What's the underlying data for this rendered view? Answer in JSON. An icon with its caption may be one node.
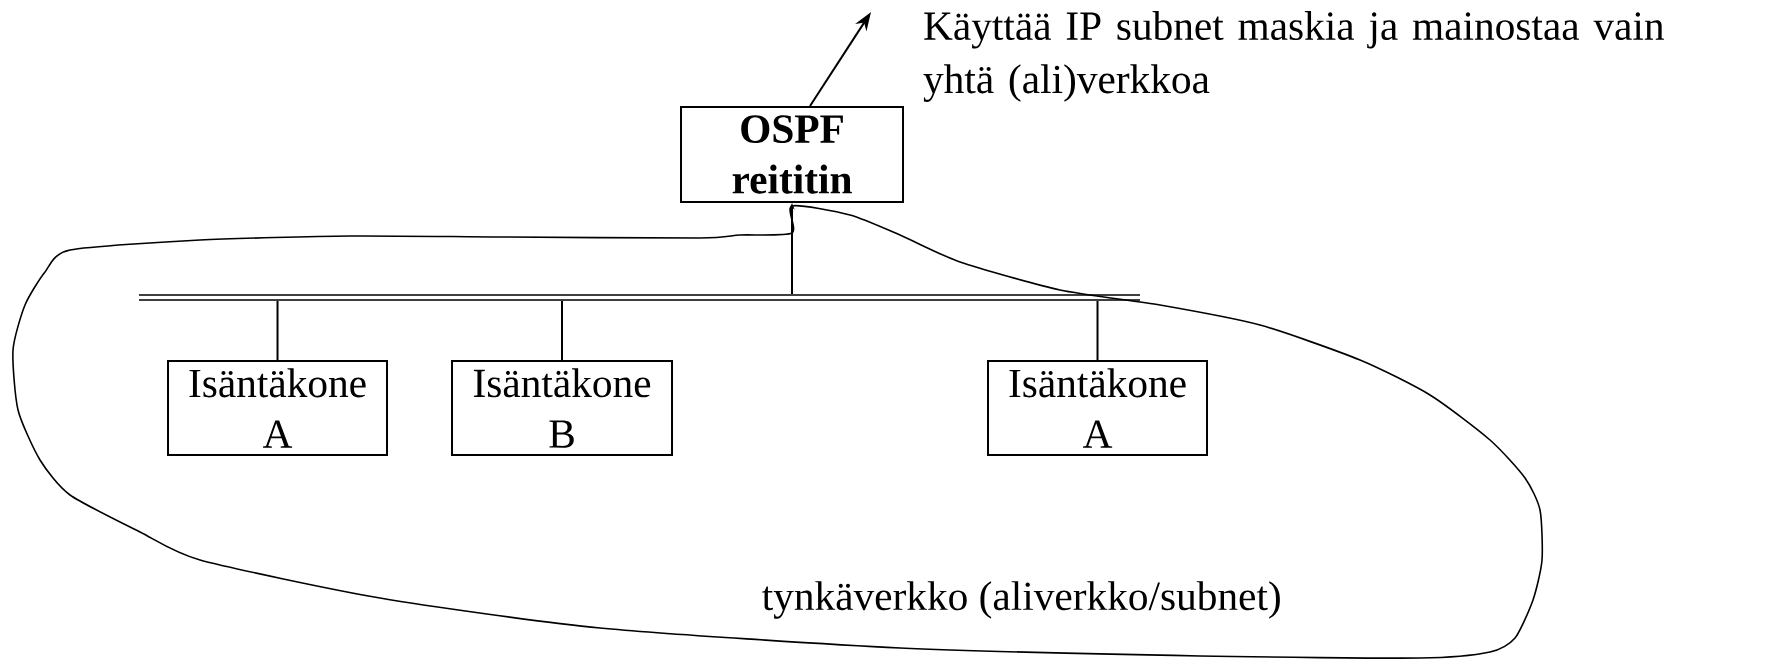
{
  "diagram": {
    "nodes": [
      {
        "text": [
          "**OSPF** **reititin**"
        ]
      },
      {
        "text": [
          "tynkäverkko (aliverkko/subnet)"
        ]
      },
      {
        "text": [],
        "shape": "bar",
        "in": 1
      },
      {
        "text": [
          "Isäntäkone A"
        ],
        "in": 1
      },
      {
        "text": [
          "Isäntäkone B"
        ],
        "in": 1
      },
      {
        "text": [
          "Isäntäkone A"
        ],
        "in": 1
      }
    ],
    "edges": [
      {
        "from": 0,
        "to": null,
        "arrow": "to"
      },
      {
        "from": 2,
        "to": 0,
        "arrow": "to"
      },
      {
        "from": 2,
        "to": 3,
        "arrow": "none"
      },
      {
        "from": 2,
        "to": 4,
        "arrow": "none"
      },
      {
        "from": 2,
        "to": 5,
        "arrow": "none"
      }
    ],
    "labels": [
      "Käyttää IP subnet maskia ja mainostaa vain yhtä (ali)verkkoa"
    ]
  }
}
